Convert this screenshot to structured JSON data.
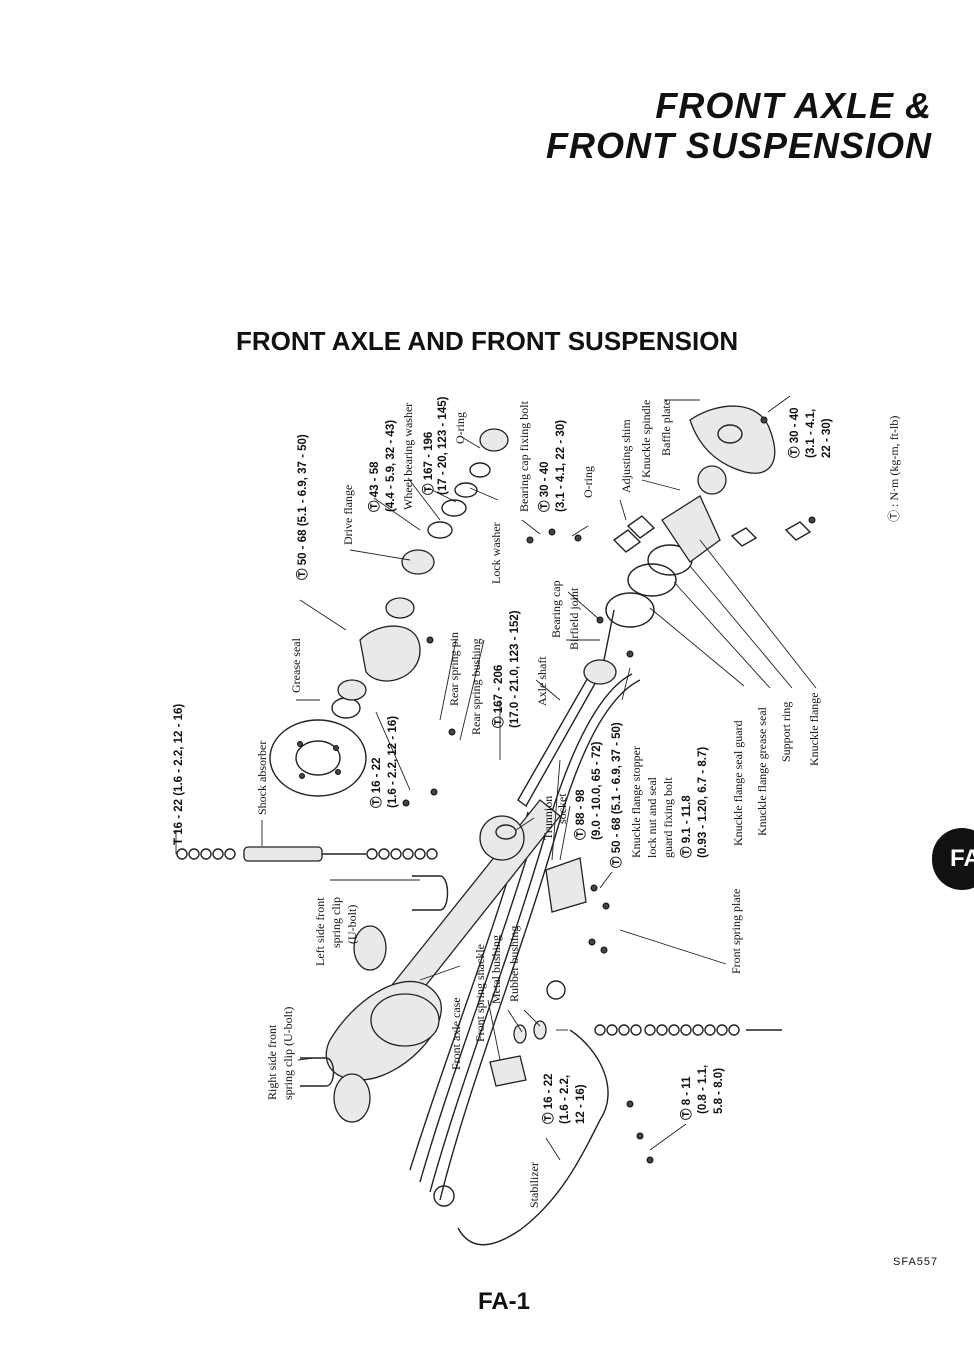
{
  "header": {
    "title_line1": "FRONT AXLE &",
    "title_line2": "FRONT SUSPENSION"
  },
  "diagram": {
    "title": "FRONT AXLE AND FRONT SUSPENSION",
    "torque_legend": "Ⓣ : N·m (kg-m, ft-lb)",
    "figure_code": "SFA557",
    "labels": {
      "t_16_22_top": "T 16 - 22 (1.6 - 2.2, 12 - 16)",
      "shock_absorber": "Shock absorber",
      "grease_seal": "Grease seal",
      "t_50_68_drive": "Ⓣ 50 - 68 (5.1 - 6.9, 37 - 50)",
      "drive_flange": "Drive flange",
      "t_43_58_a": "Ⓣ 43 - 58",
      "t_43_58_b": "(4.4 - 5.9, 32 - 43)",
      "wheel_bearing_washer": "Wheel bearing washer",
      "t_167_196_a": "Ⓣ 167 - 196",
      "t_167_196_b": "(17 - 20, 123 - 145)",
      "o_ring_top": "O-ring",
      "lock_washer": "Lock washer",
      "bearing_cap_fixing_bolt": "Bearing cap fixing bolt",
      "t_30_40_cap_a": "Ⓣ 30 - 40",
      "t_30_40_cap_b": "(3.1 - 4.1, 22 - 30)",
      "o_ring_mid": "O-ring",
      "adjusting_shim": "Adjusting shim",
      "knuckle_spindle": "Knuckle spindle",
      "baffle_plate": "Baffle plate",
      "t_30_40_baffle_a": "Ⓣ 30 - 40",
      "t_30_40_baffle_b": "(3.1 - 4.1,",
      "t_30_40_baffle_c": "22 - 30)",
      "t_16_22_rear_a": "Ⓣ 16 - 22",
      "t_16_22_rear_b": "(1.6 - 2.2, 12 - 16)",
      "rear_spring_pin": "Rear spring pin",
      "rear_spring_bushing": "Rear spring bushing",
      "t_167_206_a": "Ⓣ 167 - 206",
      "t_167_206_b": "(17.0 - 21.0, 123 - 152)",
      "axle_shaft": "Axle shaft",
      "bearing_cap": "Bearing cap",
      "birfield_joint": "Birfield joint",
      "trunnion_socket_a": "Trunnion",
      "trunnion_socket_b": "socket",
      "t_88_98_a": "Ⓣ 88 - 98",
      "t_88_98_b": "(9.0 - 10.0, 65 - 72)",
      "t_50_68_stopper": "Ⓣ 50 - 68 (5.1 - 6.9, 37 - 50)",
      "knuckle_stopper_a": "Knuckle flange stopper",
      "knuckle_stopper_b": "lock nut and seal",
      "knuckle_stopper_c": "guard fixing bolt",
      "t_9_11_a": "Ⓣ 9.1 - 11.8",
      "t_9_11_b": "(0.93 - 1.20, 6.7 - 8.7)",
      "seal_guard": "Knuckle flange seal guard",
      "grease_seal_knuckle": "Knuckle flange grease seal",
      "support_ring": "Support ring",
      "knuckle_flange": "Knuckle flange",
      "front_spring_plate": "Front spring plate",
      "left_clip_a": "Left side front",
      "left_clip_b": "spring clip",
      "left_clip_c": "(U-bolt)",
      "right_clip_a": "Right side front",
      "right_clip_b": "spring clip (U-bolt)",
      "front_axle_case": "Front axle case",
      "front_spring_shackle": "Front spring shackle",
      "metal_bushing": "Metal bushing",
      "rubber_bushing": "Rubber bushing",
      "t_16_22_stab_a": "Ⓣ 16 - 22",
      "t_16_22_stab_b": "(1.6 - 2.2,",
      "t_16_22_stab_c": "12 - 16)",
      "t_8_11_a": "Ⓣ 8 - 11",
      "t_8_11_b": "(0.8 - 1.1,",
      "t_8_11_c": "5.8 - 8.0)",
      "stabilizer": "Stabilizer"
    }
  },
  "side_tab": "FA",
  "page_number": "FA-1"
}
